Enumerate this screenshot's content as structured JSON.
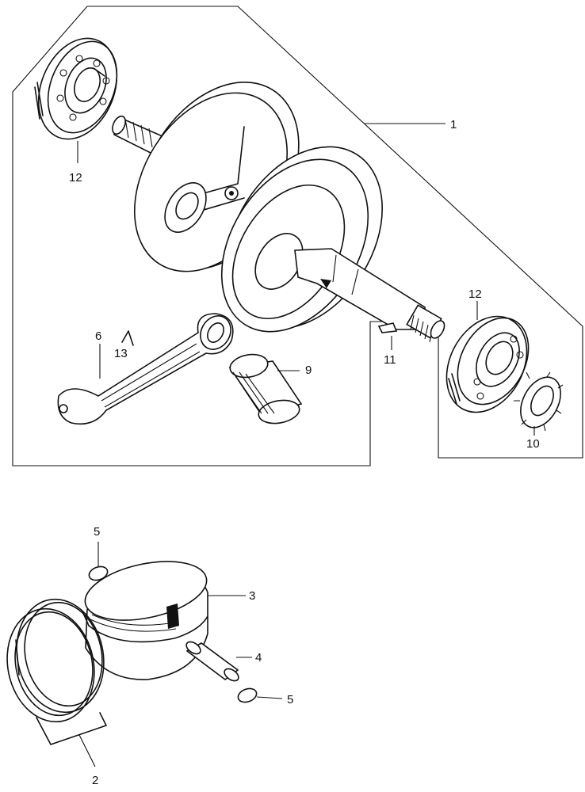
{
  "diagram": {
    "callouts": [
      {
        "id": "c1",
        "text": "1"
      },
      {
        "id": "c2",
        "text": "2"
      },
      {
        "id": "c3",
        "text": "3"
      },
      {
        "id": "c4",
        "text": "4"
      },
      {
        "id": "c5a",
        "text": "5"
      },
      {
        "id": "c5b",
        "text": "5"
      },
      {
        "id": "c6",
        "text": "6"
      },
      {
        "id": "c9",
        "text": "9"
      },
      {
        "id": "c10",
        "text": "10"
      },
      {
        "id": "c11",
        "text": "11"
      },
      {
        "id": "c12a",
        "text": "12"
      },
      {
        "id": "c12b",
        "text": "12"
      },
      {
        "id": "c13",
        "text": "13"
      }
    ],
    "parts": [
      {
        "name": "crankshaft-assembly",
        "callout": "1"
      },
      {
        "name": "piston-ring-set",
        "callout": "2"
      },
      {
        "name": "piston",
        "callout": "3"
      },
      {
        "name": "piston-pin",
        "callout": "4"
      },
      {
        "name": "piston-pin-clip",
        "callout": "5"
      },
      {
        "name": "connecting-rod",
        "callout": "6"
      },
      {
        "name": "needle-bearing",
        "callout": "9"
      },
      {
        "name": "sprocket-gear",
        "callout": "10"
      },
      {
        "name": "woodruff-key",
        "callout": "11"
      },
      {
        "name": "ball-bearing",
        "callout": "12"
      },
      {
        "name": "thrust-washer",
        "callout": "13"
      }
    ]
  }
}
